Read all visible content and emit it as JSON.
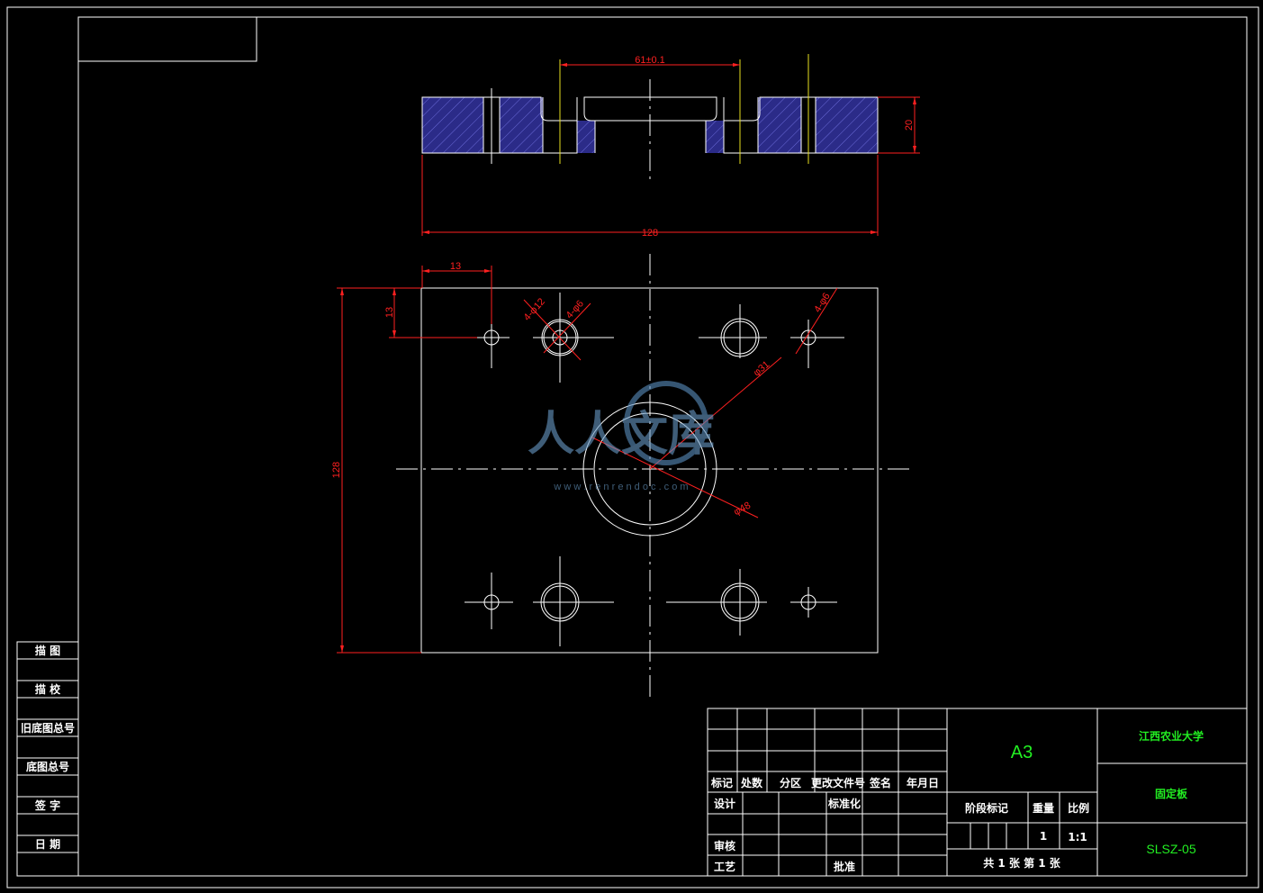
{
  "drawing": {
    "dimensions": {
      "hole_spacing": "61±0.1",
      "thickness": "20",
      "width": "128",
      "height": "128",
      "edge_x": "13",
      "edge_y": "13",
      "holes_4x12": "4-φ12",
      "holes_4x6a": "4-φ6",
      "holes_4x6b": "4-φ6",
      "bore_inner": "φ31",
      "bore_outer": "φ48"
    },
    "watermark": {
      "brand": "人人文库",
      "url": "w w w . r e n r e n d o c . c o m"
    }
  },
  "side_panel": {
    "rows": [
      "描 图",
      "描 校",
      "旧底图总号",
      "底图总号",
      "签 字",
      "日 期"
    ]
  },
  "title_block": {
    "headers": [
      "标记",
      "处数",
      "分区",
      "更改文件号",
      "签名",
      "年月日"
    ],
    "roles": {
      "design": "设计",
      "standard": "标准化",
      "review": "审核",
      "process": "工艺",
      "approve": "批准"
    },
    "paper_size": "A3",
    "stage_label": "阶段标记",
    "weight_label": "重量",
    "scale_label": "比例",
    "weight_value": "1",
    "scale_value": "1:1",
    "sheets": "共 1 张  第 1 张",
    "school": "江西农业大学",
    "part_name": "固定板",
    "drawing_code": "SLSZ-05"
  },
  "colors": {
    "background": "#000000",
    "lines": "#ffffff",
    "dimensions": "#ff2020",
    "centerline_yellow": "#e8e020",
    "hatch_fill": "#2b2b88",
    "title_text": "#22ee22"
  }
}
